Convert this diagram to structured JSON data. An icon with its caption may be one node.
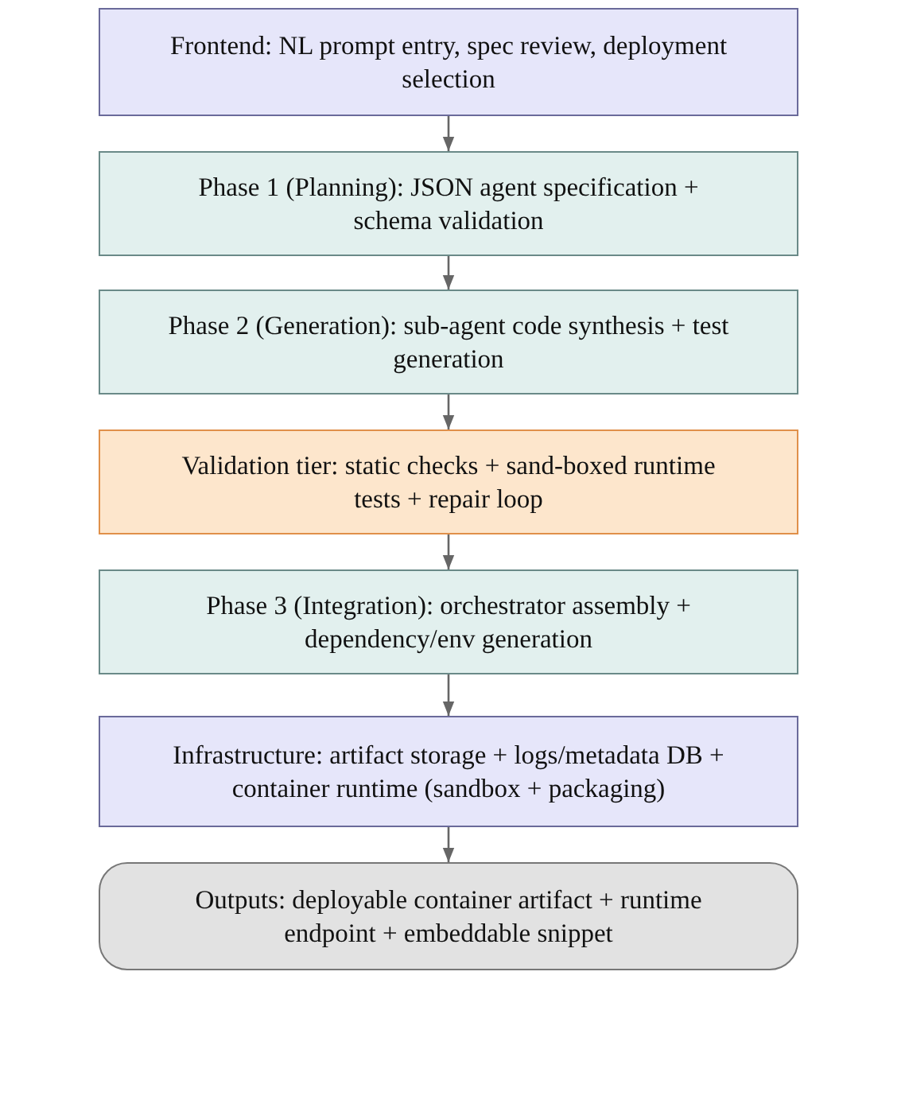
{
  "diagram": {
    "nodes": [
      {
        "text": [
          "Frontend: NL prompt entry, spec review, deployment selection"
        ]
      },
      {
        "text": [
          "Phase 1 (Planning): JSON agent specification + schema validation"
        ]
      },
      {
        "text": [
          "Phase 2 (Generation): sub-agent code synthesis + test generation"
        ]
      },
      {
        "text": [
          "Validation tier: static checks + sand-boxed runtime tests + repair loop"
        ]
      },
      {
        "text": [
          "Phase 3 (Integration): orchestrator assembly + dependency/env generation"
        ]
      },
      {
        "text": [
          "Infrastructure: artifact storage + logs/metadata DB + container runtime (sandbox + packaging)"
        ]
      },
      {
        "text": [
          "Outputs: deployable container artifact + runtime endpoint + embeddable snippet"
        ]
      }
    ],
    "edges": [
      {
        "from": 0,
        "to": 1,
        "arrow": "to"
      },
      {
        "from": 1,
        "to": 2,
        "arrow": "to"
      },
      {
        "from": 2,
        "to": 3,
        "arrow": "to"
      },
      {
        "from": 3,
        "to": 4,
        "arrow": "to"
      },
      {
        "from": 4,
        "to": 5,
        "arrow": "to"
      },
      {
        "from": 5,
        "to": 6,
        "arrow": "to"
      }
    ]
  }
}
